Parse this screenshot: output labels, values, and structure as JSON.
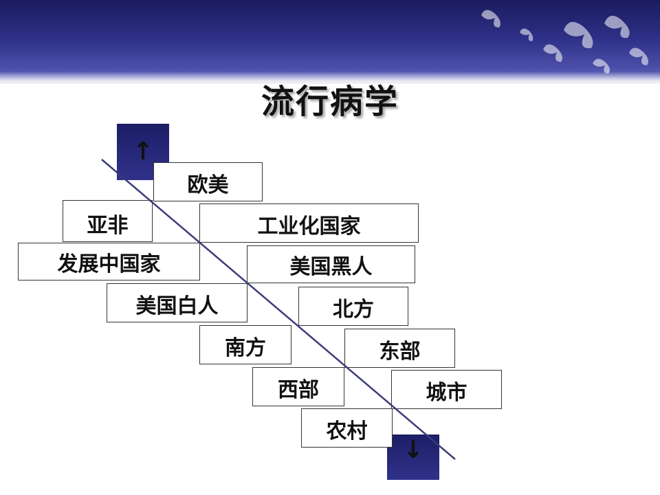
{
  "slide": {
    "title": "流行病学",
    "arrows": {
      "up": "↑",
      "down": "↓"
    },
    "boxes": {
      "oumei": "欧美",
      "yafei": "亚非",
      "gongyehua": "工业化国家",
      "fazhanzhong": "发展中国家",
      "meiguoheiren": "美国黑人",
      "meiguobairen": "美国白人",
      "beifang": "北方",
      "nanfang": "南方",
      "dongbu": "东部",
      "xibu": "西部",
      "chengshi": "城市",
      "nongcun": "农村"
    }
  },
  "colors": {
    "banner_dark": "#1b1c5e",
    "banner_light": "#6b6fbf",
    "line": "#3a3a7a",
    "arrow_fill": "#1d1e66"
  }
}
